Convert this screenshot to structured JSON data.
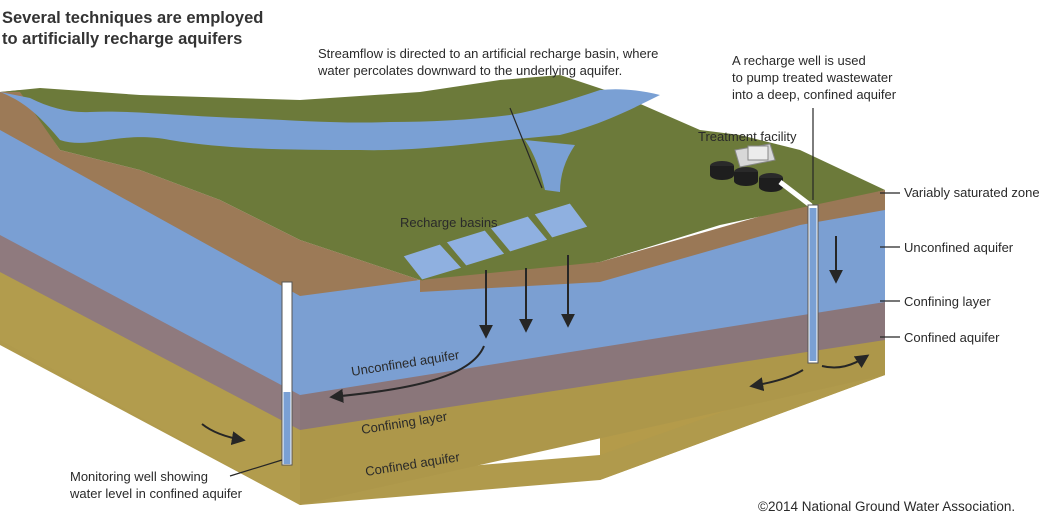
{
  "title": {
    "line1": "Several techniques are employed",
    "line2": "to artificially recharge aquifers"
  },
  "callouts": {
    "streamflow_line1": "Streamflow is directed to an artificial recharge basin, where",
    "streamflow_line2": "water percolates downward to the underlying aquifer.",
    "recharge_well_line1": "A recharge well is used",
    "recharge_well_line2": "to pump treated wastewater",
    "recharge_well_line3": "into a deep, confined aquifer",
    "treatment_facility": "Treatment facility",
    "recharge_basins": "Recharge basins",
    "monitoring_line1": "Monitoring well showing",
    "monitoring_line2": "water level in confined aquifer"
  },
  "layer_labels": {
    "variably_saturated": "Variably saturated zone",
    "unconfined_right": "Unconfined aquifer",
    "confining_right": "Confining layer",
    "confined_right": "Confined aquifer",
    "unconfined_front": "Unconfined aquifer",
    "confining_front": "Confining layer",
    "confined_front": "Confined aquifer"
  },
  "copyright": "©2014 National Ground Water Association.",
  "colors": {
    "ground_surface": "#6c7a3a",
    "soil": "#9c7a57",
    "aquifer_water": "#7a9fd3",
    "confining_layer": "#8f7a7e",
    "confined_aquifer": "#b09a4c",
    "arrow": "#2a2a2a",
    "basin_water": "#8fb0e0"
  }
}
